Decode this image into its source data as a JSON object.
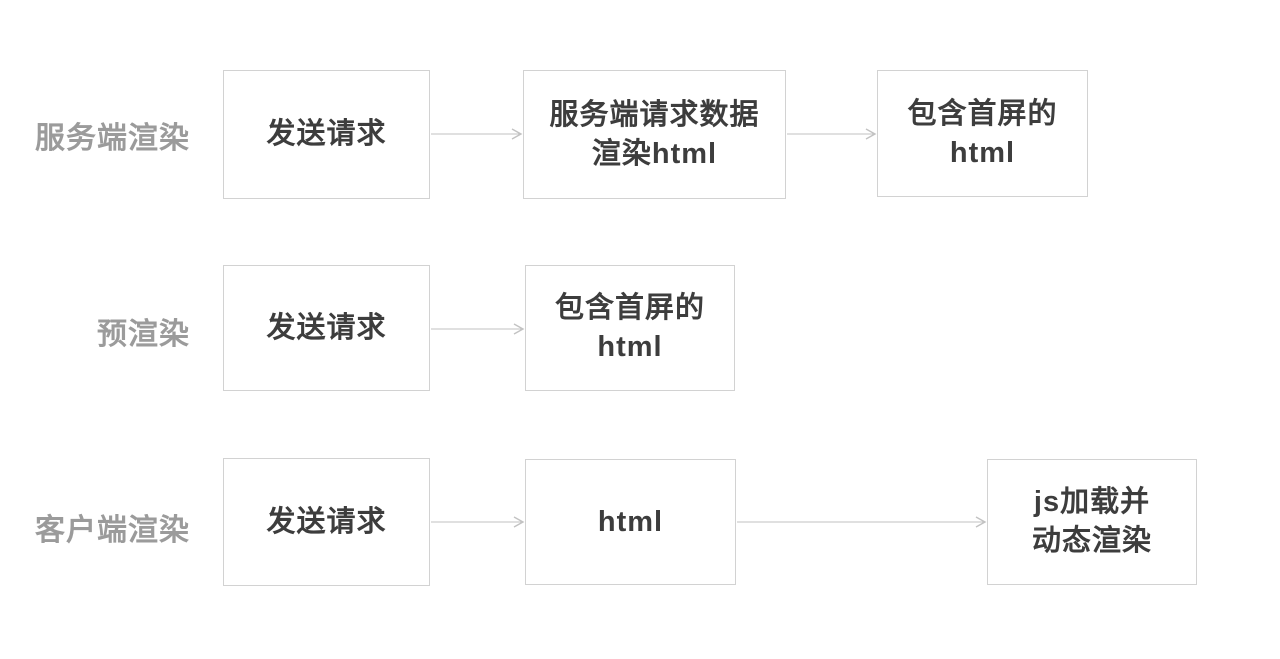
{
  "diagram": {
    "title_semantic": "rendering-strategies-flowchart",
    "rows": [
      {
        "label": "服务端渲染",
        "boxes": [
          {
            "text": "发送请求"
          },
          {
            "text": "服务端请求数据\n渲染html"
          },
          {
            "text": "包含首屏的\nhtml"
          }
        ]
      },
      {
        "label": "预渲染",
        "boxes": [
          {
            "text": "发送请求"
          },
          {
            "text": "包含首屏的\nhtml"
          }
        ]
      },
      {
        "label": "客户端渲染",
        "boxes": [
          {
            "text": "发送请求"
          },
          {
            "text": "html"
          },
          {
            "text": "js加载并\n动态渲染"
          }
        ]
      }
    ],
    "colors": {
      "background": "#ffffff",
      "box_border": "#d2d2d2",
      "box_text": "#3d3d3d",
      "label_text": "#9b9b9b",
      "arrow": "#c2c2c2"
    }
  }
}
